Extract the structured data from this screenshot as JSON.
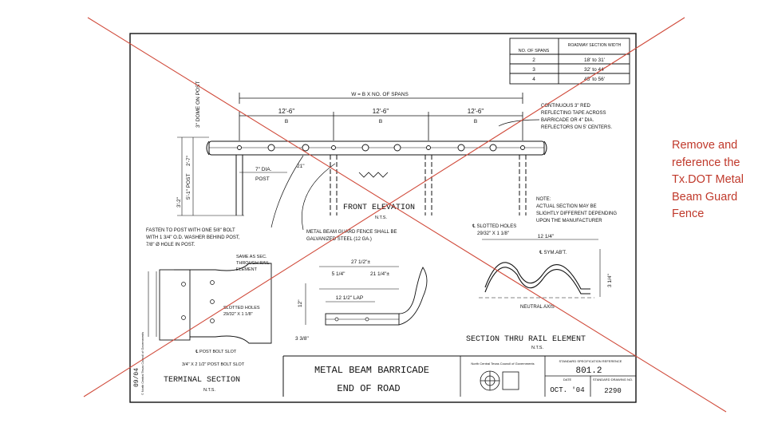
{
  "side_note": "Remove and reference the Tx.DOT Metal Beam Guard Fence",
  "strike_color": "#d04a3a",
  "note_color": "#c0392b",
  "sheet": {
    "table": {
      "headers": [
        "NO. OF SPANS",
        "ROADWAY SECTION WIDTH"
      ],
      "rows": [
        [
          "2",
          "18' to 31'"
        ],
        [
          "3",
          "32' to 44'"
        ],
        [
          "4",
          "45' to 56'"
        ]
      ]
    },
    "dims": {
      "w_formula": "W = B X NO. OF SPANS",
      "span1": "12'-6\"",
      "span2": "12'-6\"",
      "span3": "12'-6\"",
      "b1": "B",
      "b2": "B",
      "b3": "B",
      "dome": "3\" DOME ON POST",
      "post_height": "2'-7\"",
      "post_total": "5'-1\" POST",
      "post_embed": "3'-2\"",
      "post_dia": "7\" DIA.",
      "post_word": "POST",
      "dim21": "21\"",
      "lap_width": "27 1/2\"±",
      "lap_a": "5 1/4\"",
      "lap_b": "21 1/4\"±",
      "lap_c": "12 1/2\" LAP",
      "lap_h": "12\"",
      "lap_d": "3 3/8\"",
      "sec_w": "12 1/4\"",
      "sec_h": "3 1/4\""
    },
    "notes": {
      "tape1": "CONTINUOUS 3\" RED",
      "tape2": "REFLECTING TAPE ACROSS",
      "tape3": "BARRICADE OR 4\" DIA.",
      "tape4": "REFLECTORS ON 5' CENTERS.",
      "note1": "NOTE:",
      "note2": "ACTUAL SECTION MAY BE",
      "note3": "SLIGHTLY DIFFERENT DEPENDING",
      "note4": "UPON THE MANUFACTURER",
      "fasten1": "FASTEN TO POST WITH ONE 5/8\" BOLT",
      "fasten2": "WITH 1 3/4\" O.D. WASHER BEHIND POST,",
      "fasten3": "7/8\" Ø HOLE IN POST.",
      "beam1": "METAL BEAM GUARD FENCE SHALL BE",
      "beam2": "GALVANIZED STEEL (12 GA.)",
      "slot1": "℄ SLOTTED HOLES",
      "slot2": "29/32\" X 1 1/8\"",
      "same1": "SAME AS SEC.",
      "same2": "THROUGH RAIL",
      "same3": "ELEMENT",
      "tslot1": "SLOTTED HOLES",
      "tslot2": "29/32\" X 1 1/8\"",
      "post_slot": "℄ POST BOLT SLOT",
      "post_bolt": "3/4\" X 2 1/2\" POST BOLT SLOT",
      "neutral": "NEUTRAL AXIS",
      "sym": "℄ SYM.AB'T."
    },
    "titles": {
      "front": "FRONT ELEVATION",
      "front_scale": "N.T.S.",
      "section": "SECTION THRU RAIL ELEMENT",
      "section_scale": "N.T.S.",
      "terminal": "TERMINAL SECTION",
      "terminal_scale": "N.T.S."
    },
    "title_block": {
      "line1": "METAL BEAM BARRICADE",
      "line2": "END OF ROAD",
      "council": "North Central Texas Council of Governments",
      "ref_label": "STANDARD SPECIFICATION REFERENCE",
      "ref_value": "801.2",
      "date_label": "DATE",
      "date_value": "OCT. '04",
      "drawing_label": "STANDARD DRAWING NO.",
      "drawing_value": "2290",
      "side_text": "© North Central Texas Council of Governments",
      "side_year": "09/04"
    }
  }
}
